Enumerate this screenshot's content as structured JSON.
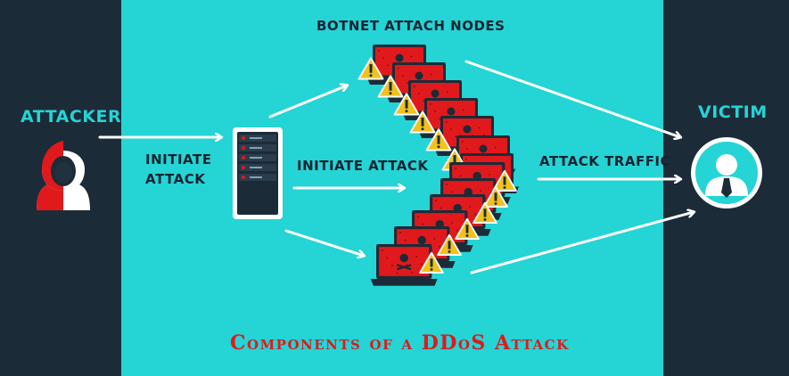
{
  "labels": {
    "attacker": "ATTACKER",
    "victim": "VICTIM",
    "botnet": "BOTNET ATTACH NODES",
    "initiate_attack_left": "INITIATE\nATTACK",
    "initiate_attack_mid": "INITIATE ATTACK",
    "attack_traffic": "ATTACK TRAFFIC",
    "title": "Components of a DDoS Attack"
  },
  "colors": {
    "background_dark": "#1c2b38",
    "panel_cyan": "#25d4d4",
    "bot_screen_red": "#e0191c",
    "warning_yellow": "#f2c21b",
    "title_red": "#e0191c",
    "arrow_white": "#ffffff"
  },
  "icons": {
    "attacker": "hooded-hacker-icon",
    "server": "server-icon",
    "bot": "infected-laptop-icon",
    "warning": "warning-triangle-icon",
    "victim": "user-avatar-icon"
  }
}
